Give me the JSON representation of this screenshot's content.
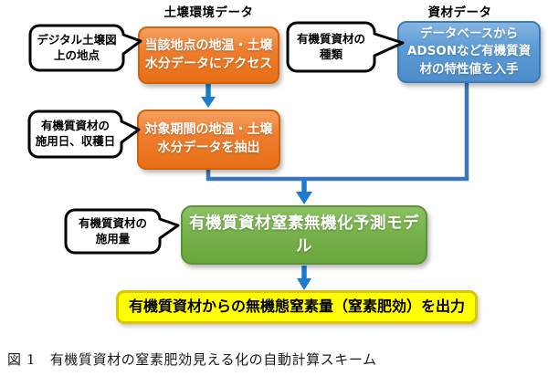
{
  "headings": {
    "soil": "土壌環境データ",
    "material": "資材データ"
  },
  "callouts": {
    "point": "デジタル土壌図\n上の地点",
    "type": "有機質資材の\n種類",
    "dates": "有機質資材の\n施用日、収穫日",
    "amount": "有機質資材の\n施用量"
  },
  "boxes": {
    "access": "当該地点の地温・土壌\n水分データにアクセス",
    "extract": "対象期間の地温・土壌\n水分データを抽出",
    "database": "データベースから\nADSONなど有機質資\n材の特性値を入手",
    "model": "有機質資材窒素無機化予測モデル",
    "output": "有機質資材からの無機態窒素量（窒素肥効）を出力"
  },
  "caption": "図 1　有機質資材の窒素肥効見える化の自動計算スキーム",
  "colors": {
    "orange": "#ED7D31",
    "blue": "#5B9BD5",
    "green": "#70AD47",
    "yellow": "#FFFF00",
    "arrow_blue": "#1A7CCE",
    "connector_blue": "#3A76B8"
  }
}
